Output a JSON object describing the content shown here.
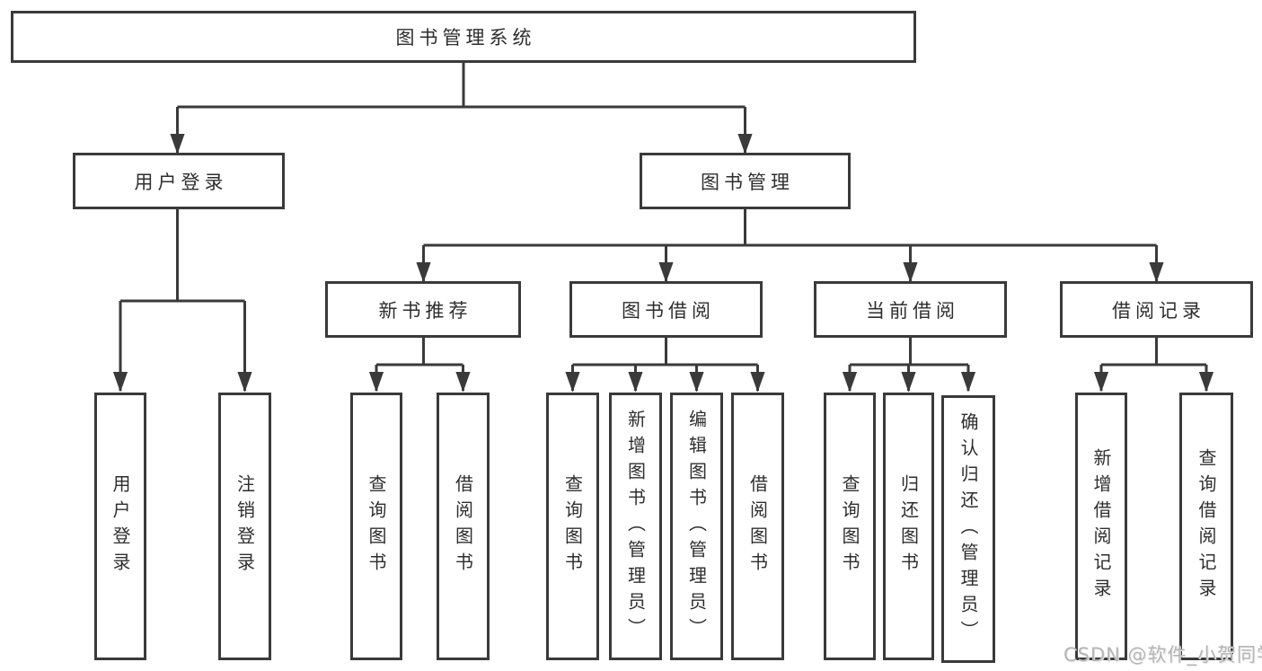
{
  "tree": {
    "label": "图书管理系统",
    "children": [
      {
        "label": "用户登录",
        "children": [
          {
            "label": "用户登录"
          },
          {
            "label": "注销登录"
          }
        ]
      },
      {
        "label": "图书管理",
        "children": [
          {
            "label": "新书推荐",
            "children": [
              {
                "label": "查询图书"
              },
              {
                "label": "借阅图书"
              }
            ]
          },
          {
            "label": "图书借阅",
            "children": [
              {
                "label": "查询图书"
              },
              {
                "label": "新增图书（管理员）"
              },
              {
                "label": "编辑图书（管理员）"
              },
              {
                "label": "借阅图书"
              }
            ]
          },
          {
            "label": "当前借阅",
            "children": [
              {
                "label": "查询图书"
              },
              {
                "label": "归还图书"
              },
              {
                "label": "确认归还（管理员）"
              }
            ]
          },
          {
            "label": "借阅记录",
            "children": [
              {
                "label": "新增借阅记录"
              },
              {
                "label": "查询借阅记录"
              }
            ]
          }
        ]
      }
    ]
  },
  "watermark": {
    "text": "CSDN @软件_小贺同学"
  },
  "colors": {
    "line": "#3a3a3a",
    "box_border": "#3a3a3a",
    "text": "#2e2e2e",
    "background": "#ffffff",
    "watermark": "#b6b6b6"
  }
}
